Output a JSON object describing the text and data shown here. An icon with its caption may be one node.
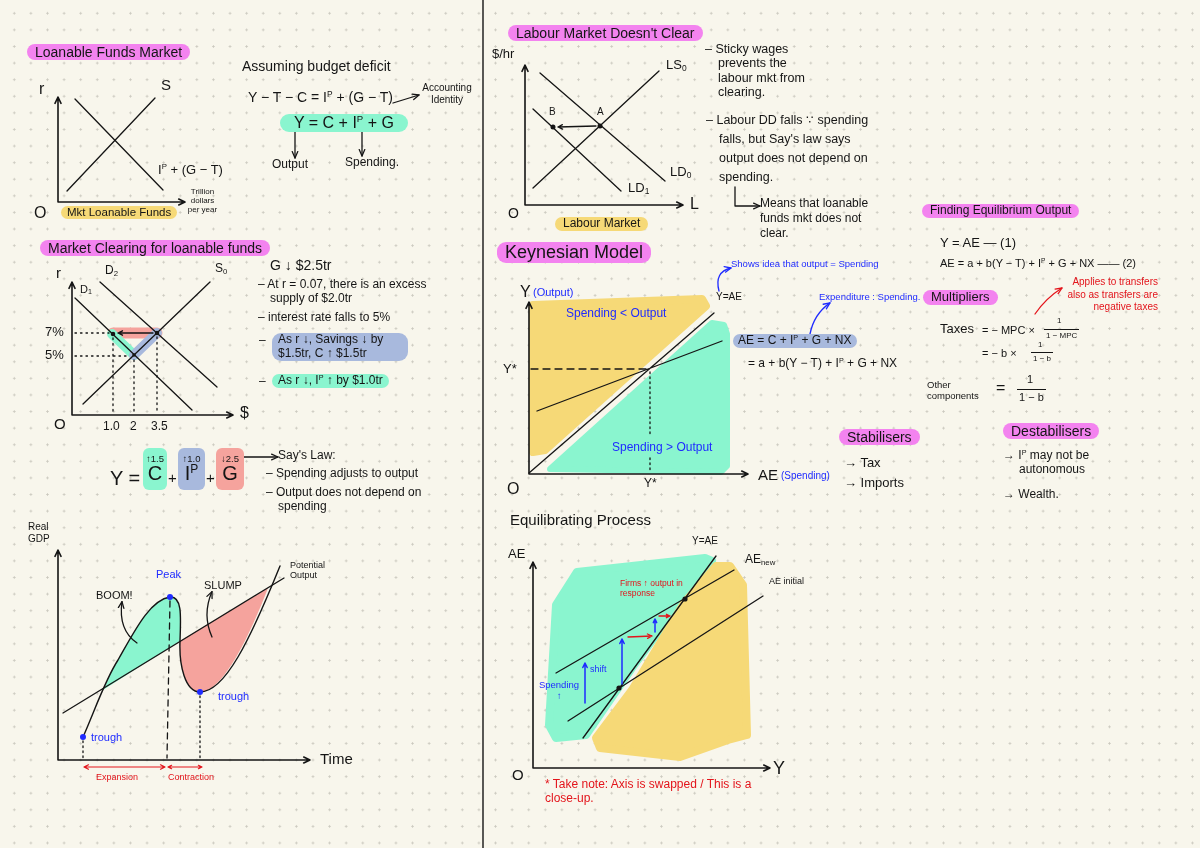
{
  "diagram": {
    "nodes": [
      {
        "text": [
          "Loanable Funds Market"
        ]
      },
      {
        "text": [
          "Mkt Loanable Funds"
        ]
      },
      {
        "text": [
          "Y − T − C = I$^{P}$ + (G − T)"
        ]
      },
      {
        "text": [
          "Accounting Identity"
        ]
      },
      {
        "text": [
          "Y = C + I$^{P}$ + G"
        ]
      },
      {
        "text": [
          "Output"
        ]
      },
      {
        "text": [
          "Spending."
        ]
      },
      {
        "text": [
          "Market Clearing for loanable funds"
        ]
      },
      {
        "text": [
          "As r ↓, Savings ↓ by $1.5tr, C ↑ $1.5tr"
        ]
      },
      {
        "text": [
          "As r ↓, I$^{P}$ ↑ by $1.0tr"
        ]
      },
      {
        "text": [
          "↑1.5",
          "C"
        ]
      },
      {
        "text": [
          "↑1.0",
          "I$^{P}$"
        ]
      },
      {
        "text": [
          "↓2.5",
          "G"
        ]
      },
      {
        "text": [
          "Say's Law:"
        ]
      },
      {
        "text": [
          "BOOM!"
        ]
      },
      {
        "text": [
          "SLUMP"
        ]
      },
      {
        "text": [
          "Labour Market Doesn't Clear"
        ]
      },
      {
        "text": [
          "– Labour DD falls ∵ spending falls, but Say's law says output does not depend on spending."
        ]
      },
      {
        "text": [
          "Means that loanable funds mkt does not clear."
        ]
      },
      {
        "text": [
          "Labour Market"
        ]
      },
      {
        "text": [
          "Keynesian Model"
        ]
      },
      {
        "text": [
          "Y=AE"
        ]
      },
      {
        "text": [
          "Shows idea that output = Spending"
        ]
      },
      {
        "text": [
          "AE = C + I$^{P}$ + G + NX"
        ]
      },
      {
        "text": [
          "Expenditure : Spending."
        ]
      },
      {
        "text": [
          "Finding Equilibrium Output"
        ]
      },
      {
        "text": [
          "Multipliers"
        ]
      },
      {
        "text": [
          "Applies to transfers also as transfers are negative taxes"
        ]
      },
      {
        "text": [
          "Stabilisers"
        ]
      },
      {
        "text": [
          "Destabilisers"
        ]
      }
    ],
    "edges": [
      {
        "from": 2,
        "to": 3,
        "arrow": "to"
      },
      {
        "from": 4,
        "to": 5,
        "arrow": "to"
      },
      {
        "from": 4,
        "to": 6,
        "arrow": "to"
      },
      {
        "from": 12,
        "to": 13,
        "arrow": "to"
      },
      {
        "from": null,
        "to": 14,
        "arrow": "to"
      },
      {
        "from": null,
        "to": 15,
        "arrow": "to"
      },
      {
        "from": 17,
        "to": 18,
        "arrow": "to"
      },
      {
        "from": 21,
        "to": 22,
        "arrow": "to",
        "color": "#1f2bff"
      },
      {
        "from": 23,
        "to": 24,
        "arrow": "to",
        "color": "#1f2bff"
      },
      {
        "from": null,
        "to": 27,
        "arrow": "to",
        "color": "#e3141b"
      }
    ],
    "labels": [
      "r",
      "S",
      "I$^{P}$ + (G − T)",
      "O",
      "Trillion dollars per year",
      "Assuming budget deficit",
      "r",
      "D$_{2}$",
      "D$_{1}$",
      "S$_{0}$",
      "7%",
      "5%",
      "O",
      "1.0",
      "2",
      "3.5",
      "$",
      "G ↓ $2.5tr",
      "– At r = 0.07, there is an excess supply of $2.0tr",
      "– interest rate falls to 5%",
      "–",
      "–",
      "Y =",
      "+",
      "+",
      "– Spending adjusts to output",
      "– Output does not depend on spending",
      "Real GDP",
      "Peak",
      "Potential Output",
      "trough",
      "trough",
      "Time",
      "Expansion",
      "Contraction",
      "$/hr",
      "LS$_{0}$",
      "B",
      "A",
      "LD$_{0}$",
      "LD$_{1}$",
      "O",
      "L",
      "– Sticky wages prevents the labour mkt from clearing.",
      "Y",
      "(Output)",
      "Spending < Output",
      "Y*",
      "Spending > Output",
      "O",
      "Y*",
      "AE",
      "(Spending)",
      "= a + b(Y − T) + I$^{P}$ + G + NX",
      "Y = AE — (1)",
      "AE = a + b(Y − T) + I$^{P}$ + G + NX —— (2)",
      "Taxes",
      "= − MPC ×",
      "1",
      "1 − MPC",
      "= − b ×",
      "1",
      "1 − b",
      "Other components",
      "=",
      "1",
      "1 − b",
      "→ Tax",
      "→ Imports",
      "→ I$^{P}$ may not be autonomous",
      "→ Wealth.",
      "Equilibrating Process",
      "AE",
      "Y=AE",
      "AE$_{new}$",
      "AE initial",
      "Firms ↑ output in response",
      "shift",
      "Spending ↑",
      "O",
      "Y",
      "* Take note: Axis is swapped / This is a close-up."
    ]
  }
}
